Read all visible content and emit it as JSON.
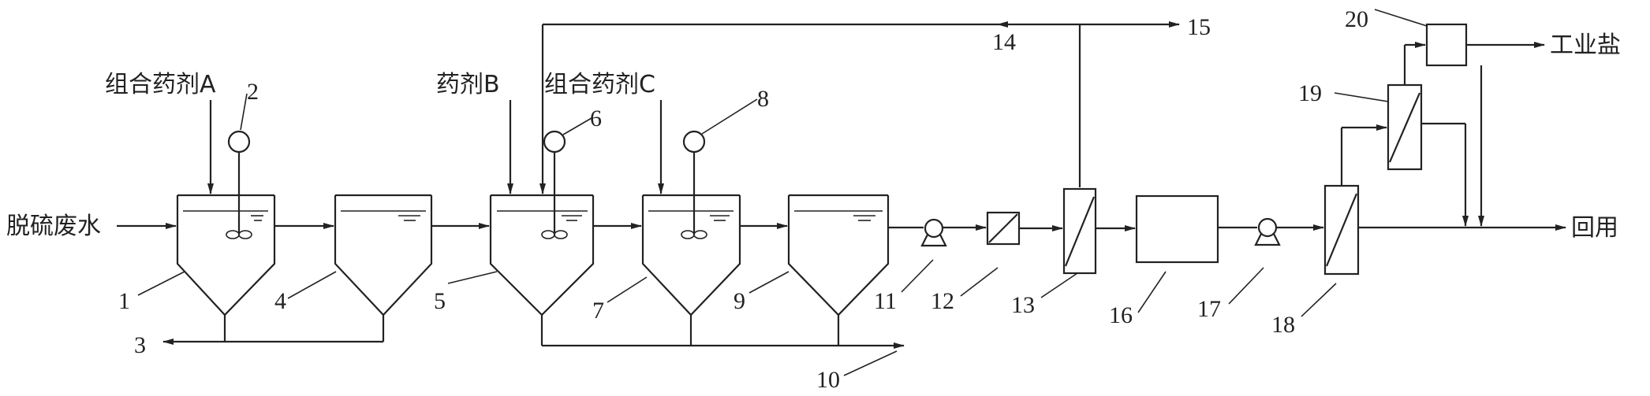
{
  "inputs": {
    "wastewater": "脱硫废水",
    "reagent_a": "组合药剂A",
    "reagent_b": "药剂B",
    "reagent_c": "组合药剂C"
  },
  "outputs": {
    "industrial_salt": "工业盐",
    "reuse": "回用"
  },
  "numbers": {
    "n1": "1",
    "n2": "2",
    "n3": "3",
    "n4": "4",
    "n5": "5",
    "n6": "6",
    "n7": "7",
    "n8": "8",
    "n9": "9",
    "n10": "10",
    "n11": "11",
    "n12": "12",
    "n13": "13",
    "n14": "14",
    "n15": "15",
    "n16": "16",
    "n17": "17",
    "n18": "18",
    "n19": "19",
    "n20": "20"
  }
}
